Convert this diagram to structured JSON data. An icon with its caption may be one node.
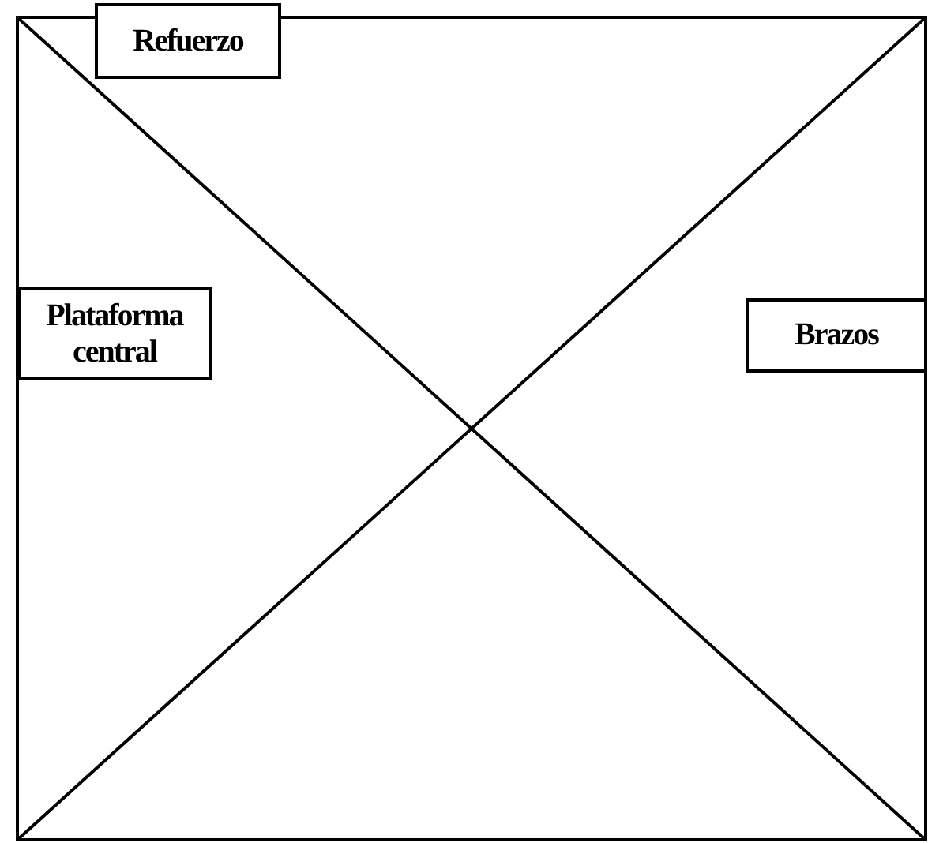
{
  "diagram": {
    "nodes": [
      {
        "text": [
          "Refuerzo"
        ]
      },
      {
        "text": [
          "Plataforma central"
        ]
      },
      {
        "text": [
          "Brazos"
        ]
      }
    ]
  }
}
